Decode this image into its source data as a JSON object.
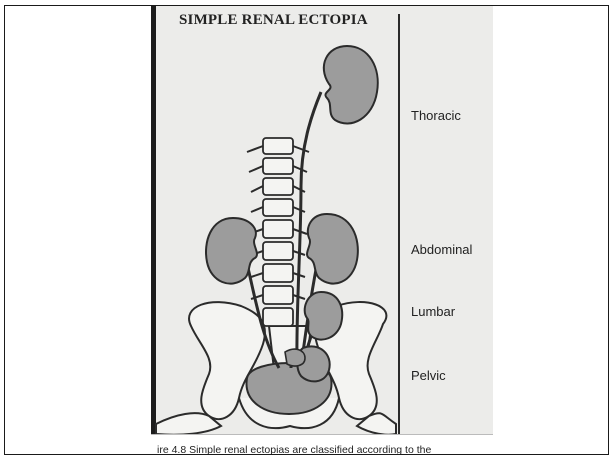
{
  "figure": {
    "title": "SIMPLE RENAL ECTOPIA",
    "labels": {
      "thoracic": "Thoracic",
      "abdominal": "Abdominal",
      "lumbar": "Lumbar",
      "pelvic": "Pelvic"
    },
    "caption": "ire 4.8  Simple renal ectopias are classified according to the"
  },
  "colors": {
    "kidney_fill": "#9c9c9c",
    "bone_fill": "#f4f4f2",
    "line": "#2b2b2b",
    "paper": "#ececea"
  }
}
